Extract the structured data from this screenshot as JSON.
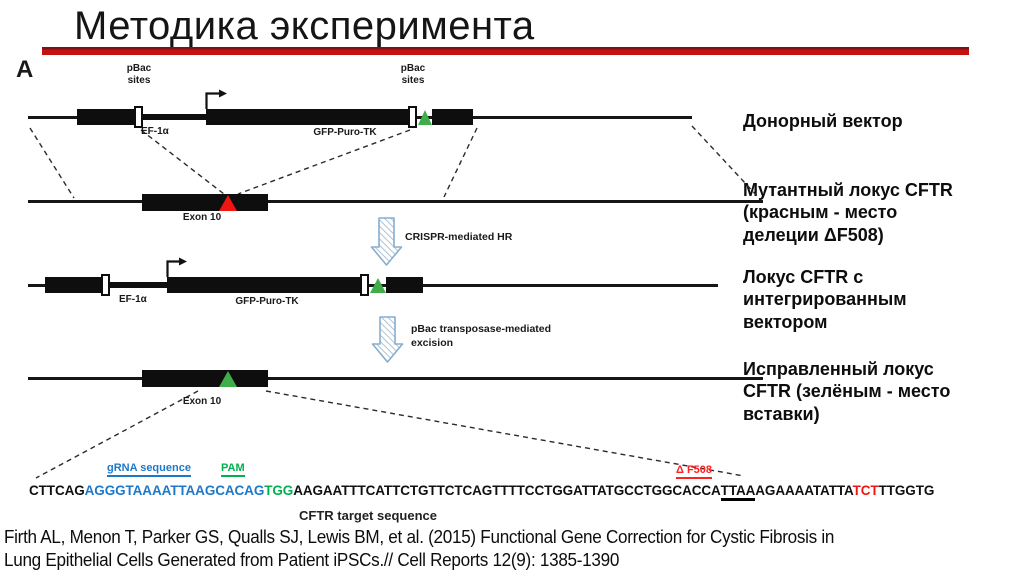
{
  "slide": {
    "title": "Методика эксперимента",
    "panel_label": "A",
    "citation": "Firth AL, Menon T, Parker GS, Qualls SJ, Lewis BM, et al. (2015) Functional Gene Correction for Cystic Fibrosis in\nLung Epithelial Cells Generated from Patient iPSCs.// Cell Reports 12(9): 1385-1390"
  },
  "diagram": {
    "pbac_sites_left": "pBac\nsites",
    "pbac_sites_right": "pBac\nsites",
    "ef1a_row1": "EF-1α",
    "gfp_row1": "GFP-Puro-TK",
    "exon_row2": "Exon 10",
    "crispr_label": "CRISPR-mediated HR",
    "ef1a_row3": "EF-1α",
    "gfp_row3": "GFP-Puro-TK",
    "excision_label": "pBac transposase-mediated\nexcision",
    "exon_row4": "Exon 10"
  },
  "sequence": {
    "grna_label": "gRNA sequence",
    "pam_label": "PAM",
    "f508_label": "Δ F508",
    "caption": "CFTR target sequence",
    "p1": "CTTCAG",
    "p2": "AGGGTAAAATTAAGCACAG",
    "p3": "TGG",
    "p4": "AAGAATTTCATTCTGTTCTCAGTTTTCCTGGATTATGCCTGGCACCA",
    "p5": "TTAA",
    "p6": "AGAAAATATTA",
    "p7": "TCT",
    "p8": "TTGGTG"
  },
  "annotations": [
    {
      "text": "Донорный вектор"
    },
    {
      "text": "Мутантный локус CFTR\n(красным - место\nделеции ΔF508)"
    },
    {
      "text": "Локус CFTR с\nинтегрированным\nвектором"
    },
    {
      "text": "Исправленный локус\nCFTR (зелёным - место\nвставки)"
    }
  ],
  "colors": {
    "accent_red_rule": "#c41212",
    "deletion_red": "#ee1512",
    "insertion_green": "#3fae4a",
    "seq_blue": "#1e78c8",
    "seq_pam_green": "#00b050",
    "seq_red": "#f21414",
    "arrow_outline_blue": "#84aed2"
  }
}
